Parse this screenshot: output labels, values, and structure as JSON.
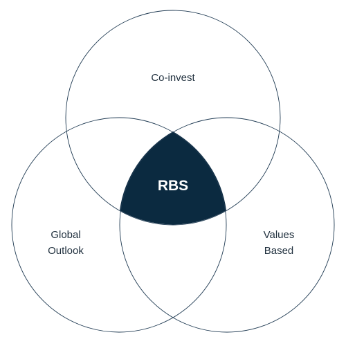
{
  "diagram": {
    "center": {
      "label": "RBS"
    },
    "sets": [
      {
        "id": "top",
        "label_lines": [
          "Co-invest"
        ]
      },
      {
        "id": "left",
        "label_lines": [
          "Global",
          "Outlook"
        ]
      },
      {
        "id": "right",
        "label_lines": [
          "Values",
          "Based"
        ]
      }
    ],
    "colors": {
      "stroke": "#1f3a52",
      "center_fill": "#0b2a40",
      "center_text": "#ffffff",
      "label_text": "#1f2f3d"
    }
  }
}
